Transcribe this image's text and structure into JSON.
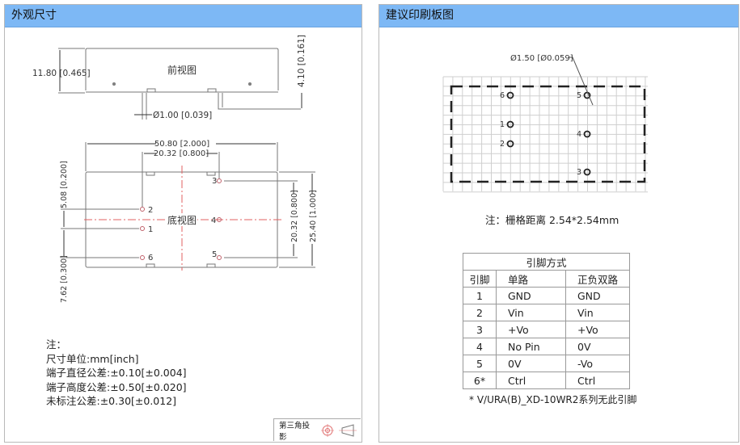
{
  "left_panel": {
    "title": "外观尺寸",
    "front_view": {
      "label": "前视图",
      "height_dim": "11.80 [0.465]",
      "pin_height_dim": "4.10 [0.161]",
      "pin_dia_dim": "Ø1.00 [0.039]"
    },
    "bottom_view": {
      "label": "底视图",
      "width_dim": "50.80 [2.000]",
      "pin_spacing_dim": "20.32 [0.800]",
      "left_dim_top": "5.08 [0.200]",
      "left_dim_bottom": "7.62 [0.300]",
      "right_dim_inner": "20.32 [0.800]",
      "right_dim_outer": "25.40 [1.000]",
      "pins": [
        "1",
        "2",
        "3",
        "4",
        "5",
        "6"
      ]
    },
    "notes": [
      "注：",
      "尺寸单位:mm[inch]",
      "端子直径公差:±0.10[±0.004]",
      "端子高度公差:±0.50[±0.020]",
      "未标注公差:±0.30[±0.012]"
    ],
    "projection_label": "第三角投影"
  },
  "right_panel": {
    "title": "建议印刷板图",
    "hole_dim": "Ø1.50 [Ø0.059]",
    "pins": [
      "1",
      "2",
      "3",
      "4",
      "5",
      "6"
    ],
    "grid_note": "注：栅格距离 2.54*2.54mm",
    "table": {
      "title": "引脚方式",
      "headers": [
        "引脚",
        "单路",
        "正负双路"
      ],
      "rows": [
        [
          "1",
          "GND",
          "GND"
        ],
        [
          "2",
          "Vin",
          "Vin"
        ],
        [
          "3",
          "+Vo",
          "+Vo"
        ],
        [
          "4",
          "No Pin",
          "0V"
        ],
        [
          "5",
          "0V",
          "-Vo"
        ],
        [
          "6*",
          "Ctrl",
          "Ctrl"
        ]
      ]
    },
    "footnote": "*  V/URA(B)_XD-10WR2系列无此引脚"
  }
}
